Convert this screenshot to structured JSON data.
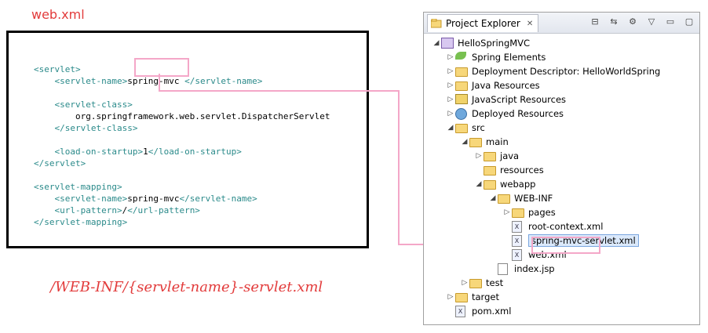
{
  "title_label": "web.xml",
  "path_label": "/WEB-INF/{servlet-name}-servlet.xml",
  "code": {
    "l1": "<servlet>",
    "l2_open": "<servlet-name>",
    "l2_val": "spring-mvc",
    "l2_close": "</servlet-name>",
    "l3": "<servlet-class>",
    "l4": "org.springframework.web.servlet.DispatcherServlet",
    "l5": "</servlet-class>",
    "l6_open": "<load-on-startup>",
    "l6_val": "1",
    "l6_close": "</load-on-startup>",
    "l7": "</servlet>",
    "l8": "<servlet-mapping>",
    "l9_open": "<servlet-name>",
    "l9_val": "spring-mvc",
    "l9_close": "</servlet-name>",
    "l10_open": "<url-pattern>",
    "l10_val": "/",
    "l10_close": "</url-pattern>",
    "l11": "</servlet-mapping>"
  },
  "explorer": {
    "tab_title": "Project Explorer",
    "items": [
      {
        "label": "HelloSpringMVC",
        "icon": "project-icon",
        "arrow": "expanded"
      },
      {
        "label": "Spring Elements",
        "icon": "spring-leaf-icon",
        "arrow": "collapsed"
      },
      {
        "label": "Deployment Descriptor: HelloWorldSpring",
        "icon": "deployment-descriptor-icon",
        "arrow": "collapsed"
      },
      {
        "label": "Java Resources",
        "icon": "java-resources-icon",
        "arrow": "collapsed"
      },
      {
        "label": "JavaScript Resources",
        "icon": "javascript-resources-icon",
        "arrow": "collapsed"
      },
      {
        "label": "Deployed Resources",
        "icon": "globe-icon",
        "arrow": "collapsed"
      },
      {
        "label": "src",
        "icon": "folder-icon",
        "arrow": "expanded"
      },
      {
        "label": "main",
        "icon": "folder-icon",
        "arrow": "expanded"
      },
      {
        "label": "java",
        "icon": "folder-icon",
        "arrow": "collapsed"
      },
      {
        "label": "resources",
        "icon": "folder-icon",
        "arrow": "none"
      },
      {
        "label": "webapp",
        "icon": "folder-icon",
        "arrow": "expanded"
      },
      {
        "label": "WEB-INF",
        "icon": "folder-icon",
        "arrow": "expanded"
      },
      {
        "label": "pages",
        "icon": "folder-icon",
        "arrow": "collapsed"
      },
      {
        "label": "root-context.xml",
        "icon": "xml-file-icon",
        "arrow": "none"
      },
      {
        "label": "spring-mvc-servlet.xml",
        "icon": "xml-file-icon",
        "arrow": "none"
      },
      {
        "label": "web.xml",
        "icon": "xml-file-icon",
        "arrow": "none"
      },
      {
        "label": "index.jsp",
        "icon": "jsp-file-icon",
        "arrow": "none"
      },
      {
        "label": "test",
        "icon": "folder-icon",
        "arrow": "collapsed"
      },
      {
        "label": "target",
        "icon": "folder-icon",
        "arrow": "collapsed"
      },
      {
        "label": "pom.xml",
        "icon": "xml-file-icon",
        "arrow": "none"
      }
    ]
  },
  "colors": {
    "annotation": "#e23b3b",
    "highlight": "#f4a7c8",
    "xml_tag": "#2a8a8a",
    "selection": "#dbe9fb"
  }
}
